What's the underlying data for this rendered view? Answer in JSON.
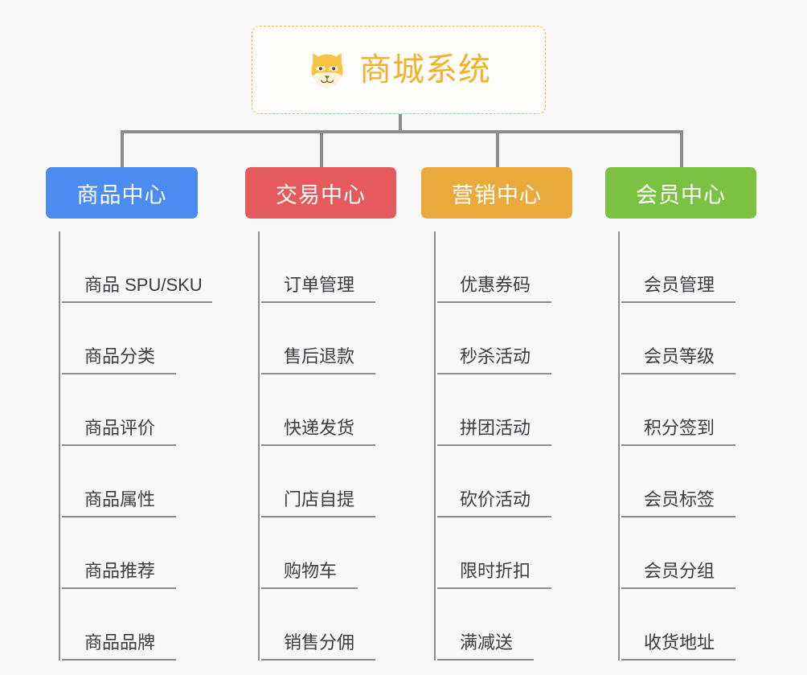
{
  "page": {
    "background_color": "#f8f8f8",
    "line_color": "#8c8c8c",
    "text_color": "#3b3b42"
  },
  "root": {
    "title": "商城系统",
    "icon": "shiba-dog-face-icon",
    "title_color": "#f0b12d",
    "border_color": "#edb842",
    "background_color": "#fdfdfc"
  },
  "columns": [
    {
      "label": "商品中心",
      "color": "#4a8cf0",
      "items": [
        "商品 SPU/SKU",
        "商品分类",
        "商品评价",
        "商品属性",
        "商品推荐",
        "商品品牌"
      ]
    },
    {
      "label": "交易中心",
      "color": "#e55b5b",
      "items": [
        "订单管理",
        "售后退款",
        "快递发货",
        "门店自提",
        "购物车",
        "销售分佣"
      ]
    },
    {
      "label": "营销中心",
      "color": "#e9a93c",
      "items": [
        "优惠券码",
        "秒杀活动",
        "拼团活动",
        "砍价活动",
        "限时折扣",
        "满减送"
      ]
    },
    {
      "label": "会员中心",
      "color": "#7cc242",
      "items": [
        "会员管理",
        "会员等级",
        "积分签到",
        "会员标签",
        "会员分组",
        "收货地址"
      ]
    }
  ]
}
